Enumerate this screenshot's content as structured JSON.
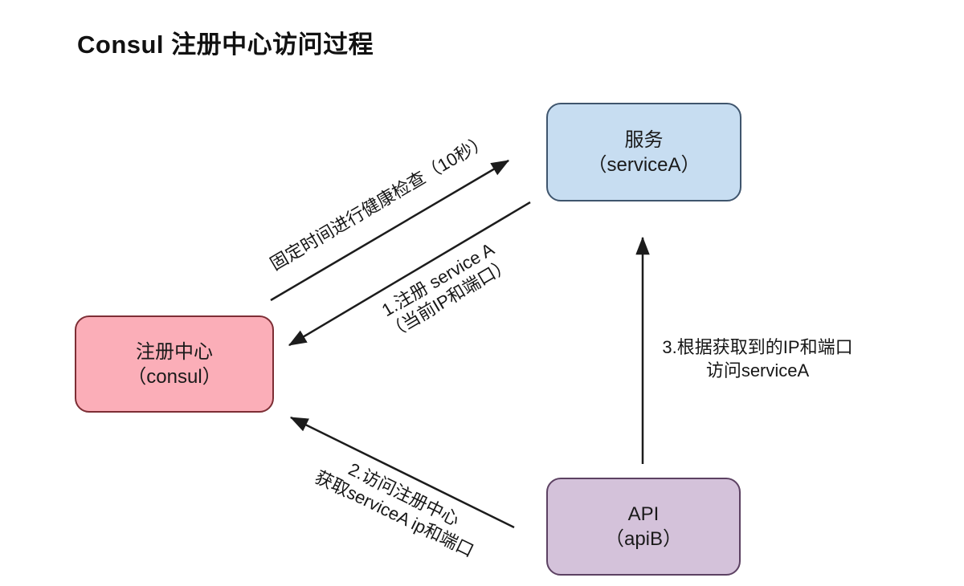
{
  "title": "Consul 注册中心访问过程",
  "nodes": {
    "service": {
      "label": "服务",
      "sublabel": "（serviceA）",
      "fill": "#c7ddf1",
      "border": "#3f556d"
    },
    "registry": {
      "label": "注册中心",
      "sublabel": "（consul）",
      "fill": "#fbaeb8",
      "border": "#7d2e35"
    },
    "api": {
      "label": "API",
      "sublabel": "（apiB）",
      "fill": "#d4c2da",
      "border": "#5c4162"
    }
  },
  "edges": {
    "health_check": {
      "from": "registry",
      "to": "service",
      "label": "固定时间进行健康检查（10秒）",
      "sublabel": ""
    },
    "register": {
      "from": "service",
      "to": "registry",
      "label": "1.注册 service A",
      "sublabel": "（当前IP和端口）"
    },
    "discover": {
      "from": "api",
      "to": "registry",
      "label": "2.访问注册中心",
      "sublabel": "获取serviceA ip和端口"
    },
    "invoke": {
      "from": "api",
      "to": "service",
      "label": "3.根据获取到的IP和端口",
      "sublabel": "访问serviceA"
    }
  },
  "colors": {
    "arrow": "#1c1c1c",
    "text": "#161616",
    "background": "#ffffff"
  }
}
